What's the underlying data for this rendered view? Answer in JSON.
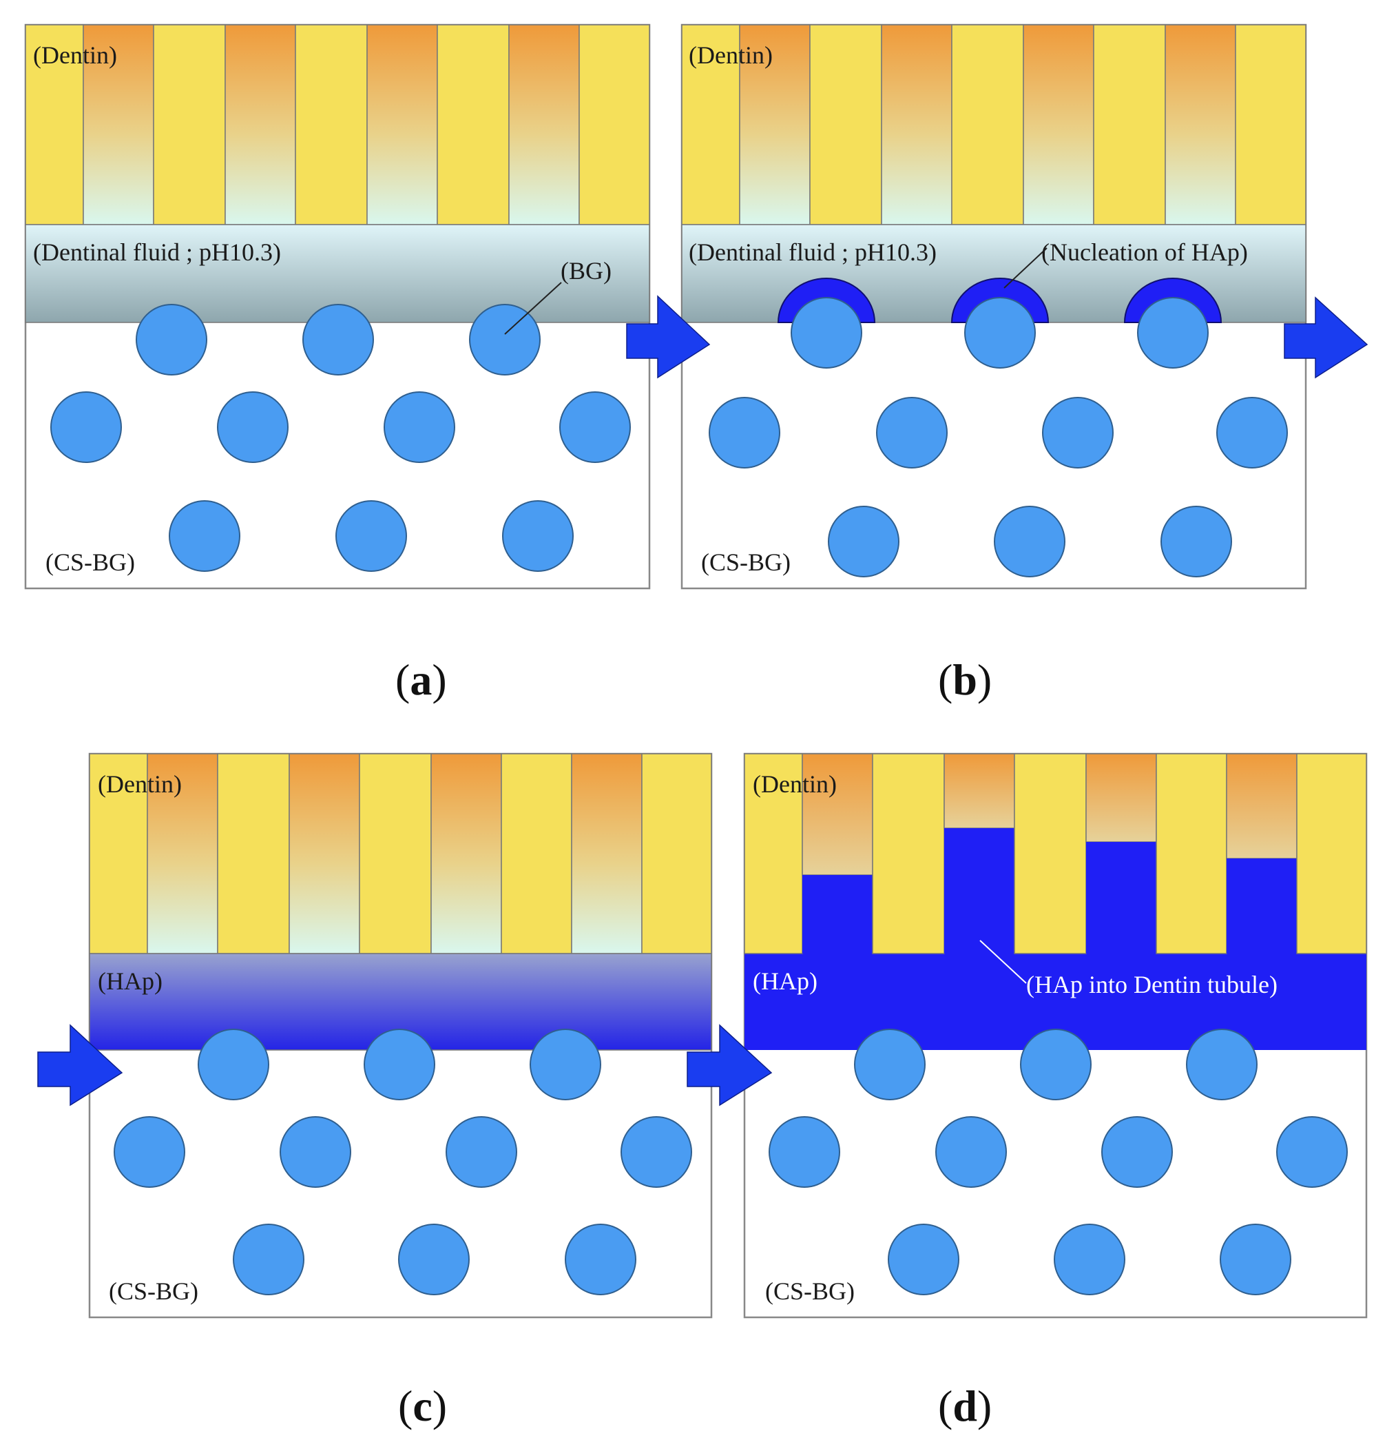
{
  "colors": {
    "dentin_yellow": "#f5e05a",
    "tubule_orange": "#ef9a3a",
    "tubule_fade": "#d9f7ee",
    "fluid_top": "#dff4f8",
    "fluid_bottom": "#8ea6ad",
    "bg_particle": "#4a9cf2",
    "hap_blue": "#1f1ff5",
    "arrow_blue": "#1a3df0",
    "border": "#888888"
  },
  "panels": [
    {
      "id": "a",
      "caption": "a",
      "dentin_label": "(Dentin)",
      "layer_label": "(Dentinal fluid ; pH10.3)",
      "callout_label": "(BG)",
      "bottom_label": "(CS-BG)"
    },
    {
      "id": "b",
      "caption": "b",
      "dentin_label": "(Dentin)",
      "layer_label": "(Dentinal fluid ; pH10.3)",
      "callout_label": "(Nucleation of HAp)",
      "bottom_label": "(CS-BG)"
    },
    {
      "id": "c",
      "caption": "c",
      "dentin_label": "(Dentin)",
      "layer_label": "(HAp)",
      "bottom_label": "(CS-BG)"
    },
    {
      "id": "d",
      "caption": "d",
      "dentin_label": "(Dentin)",
      "layer_label": "(HAp)",
      "callout_label": "(HAp into Dentin tubule)",
      "bottom_label": "(CS-BG)"
    }
  ]
}
